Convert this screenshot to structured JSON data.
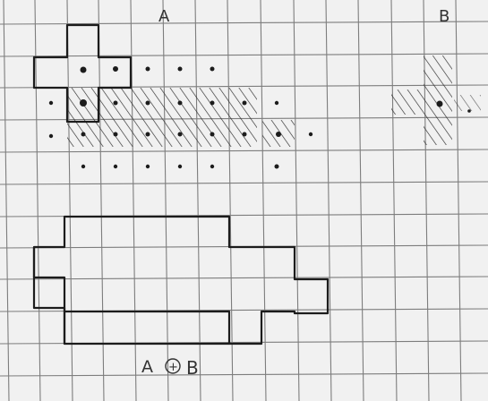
{
  "labels": {
    "a": "A",
    "b": "B",
    "formula_a": "A",
    "formula_op": "+",
    "formula_b": "B"
  },
  "colors": {
    "paper": "#f1f1f1",
    "grid": "#7d7d7d",
    "ink": "#1c1c1c",
    "hatch": "#2b2b2b"
  }
}
